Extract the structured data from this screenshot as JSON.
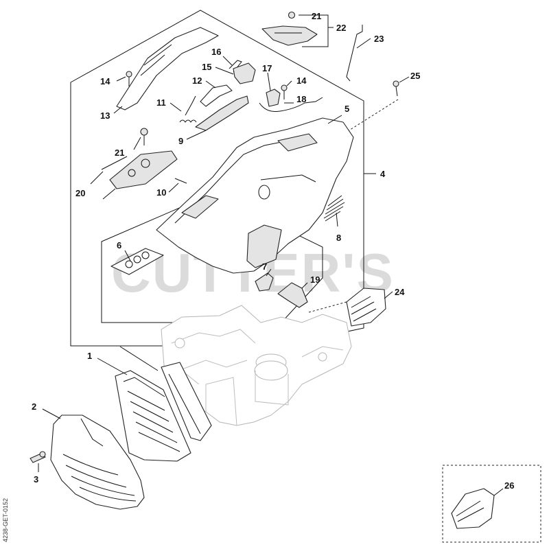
{
  "watermark": "CUTTER'S",
  "reference_code": "4238-GET-0152",
  "callouts": [
    {
      "id": "c1",
      "label": "1"
    },
    {
      "id": "c2",
      "label": "2"
    },
    {
      "id": "c3",
      "label": "3"
    },
    {
      "id": "c4",
      "label": "4"
    },
    {
      "id": "c5",
      "label": "5"
    },
    {
      "id": "c6",
      "label": "6"
    },
    {
      "id": "c7",
      "label": "7"
    },
    {
      "id": "c8",
      "label": "8"
    },
    {
      "id": "c9",
      "label": "9"
    },
    {
      "id": "c10",
      "label": "10"
    },
    {
      "id": "c11",
      "label": "11"
    },
    {
      "id": "c12",
      "label": "12"
    },
    {
      "id": "c13",
      "label": "13"
    },
    {
      "id": "c14a",
      "label": "14"
    },
    {
      "id": "c14b",
      "label": "14"
    },
    {
      "id": "c15",
      "label": "15"
    },
    {
      "id": "c16",
      "label": "16"
    },
    {
      "id": "c17",
      "label": "17"
    },
    {
      "id": "c18",
      "label": "18"
    },
    {
      "id": "c19",
      "label": "19"
    },
    {
      "id": "c20",
      "label": "20"
    },
    {
      "id": "c21a",
      "label": "21"
    },
    {
      "id": "c21b",
      "label": "21"
    },
    {
      "id": "c22",
      "label": "22"
    },
    {
      "id": "c23",
      "label": "23"
    },
    {
      "id": "c24",
      "label": "24"
    },
    {
      "id": "c25",
      "label": "25"
    },
    {
      "id": "c26",
      "label": "26"
    }
  ]
}
